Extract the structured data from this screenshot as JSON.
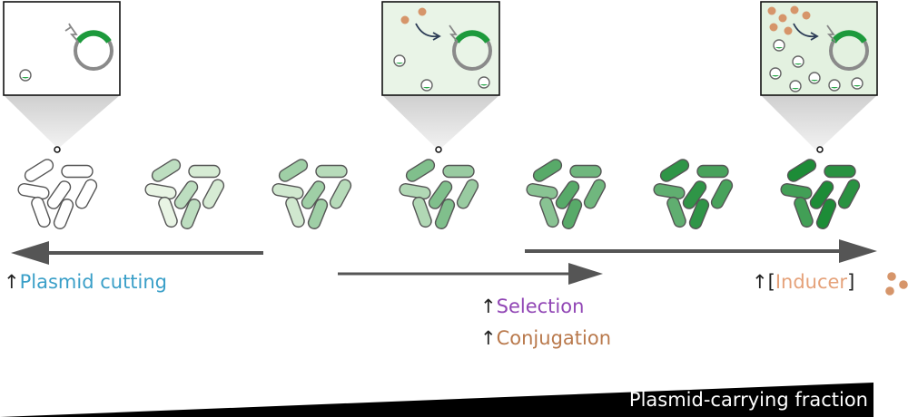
{
  "labels": {
    "plasmid_cutting": {
      "arrow": "↑",
      "text": "Plasmid cutting"
    },
    "selection": {
      "arrow": "↑",
      "text": "Selection"
    },
    "conjugation": {
      "arrow": "↑",
      "text": "Conjugation"
    },
    "inducer": {
      "arrow": "↑",
      "open": "[",
      "text": "Inducer",
      "close": "]"
    }
  },
  "fraction_label": "Plasmid-carrying fraction",
  "colors": {
    "plasmid_cutting": "#3a9fc8",
    "selection": "#9146b5",
    "conjugation": "#b9794c",
    "inducer_text": "#e5a27a",
    "inducer_dot": "#d6956a",
    "plasmid_segment": "#1d9a3c",
    "arrow": "#555555",
    "inset_bg_light": "#e9f4e7",
    "inset_bg_dark": "#e3f1e0"
  },
  "clusters": [
    {
      "fill_level": 0.0,
      "marked": true
    },
    {
      "fill_level": 0.15,
      "marked": false
    },
    {
      "fill_level": 0.3,
      "marked": false
    },
    {
      "fill_level": 0.45,
      "marked": true
    },
    {
      "fill_level": 0.65,
      "marked": false
    },
    {
      "fill_level": 0.85,
      "marked": false
    },
    {
      "fill_level": 1.0,
      "marked": true
    }
  ]
}
